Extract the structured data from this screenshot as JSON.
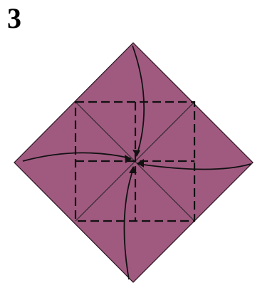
{
  "step": {
    "number": "3"
  },
  "colors": {
    "paper": "#a05a80",
    "background": "#ffffff",
    "line": "#111111"
  },
  "icons": [
    "valley-fold-line",
    "crease-line",
    "curved-arrow-icon"
  ]
}
